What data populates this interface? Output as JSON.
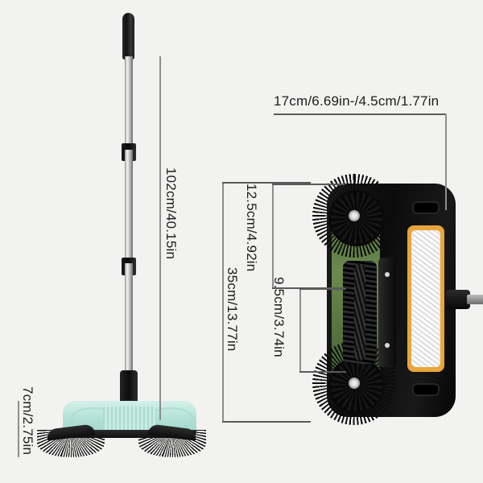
{
  "product": {
    "name": "hand-push floor sweeper",
    "background_color": "#f2f2f0"
  },
  "annotations": {
    "handle_height": {
      "label": "102cm/40.15in",
      "icon": "vertical-dimension-line"
    },
    "top_width": {
      "label": "17cm/6.69in-/4.5cm/1.77in",
      "icon": "horizontal-dimension-line"
    },
    "brush_span": {
      "label": "12.5cm/4.92in",
      "icon": "vertical-dimension-line"
    },
    "roller_width": {
      "label": "9.5cm/3.74in",
      "icon": "vertical-dimension-line"
    },
    "body_length": {
      "label": "35cm/13.77in",
      "icon": "vertical-dimension-line"
    },
    "body_height": {
      "label": "7cm/2.75in",
      "icon": "vertical-dimension-line"
    }
  },
  "side_view": {
    "parts": {
      "grip": "handle-grip",
      "pole": "telescoping-pole",
      "collar_upper": "pole-collar-upper",
      "collar_lower": "pole-collar-lower",
      "pivot": "base-pivot-joint",
      "body": "sweeper-base-body",
      "brush_left": "side-brush-left",
      "brush_right": "side-brush-right"
    },
    "colors": {
      "body": "#b5e3d8",
      "brush": "#101010",
      "pole": "#cfcfcf",
      "grip": "#121212"
    }
  },
  "bottom_view": {
    "parts": {
      "chassis": "chassis-housing",
      "disc_brush_top": "rotating-disc-brush-top",
      "disc_brush_bottom": "rotating-disc-brush-bottom",
      "roller": "center-roller-brush",
      "mop_pad": "microfiber-mop-pad",
      "connector": "handle-connector-socket"
    },
    "colors": {
      "chassis": "#0c0c0c",
      "inner_body": "#6f8f52",
      "mop_pad_border": "#e8a63a",
      "mop_pad": "#f6f6f6"
    }
  }
}
